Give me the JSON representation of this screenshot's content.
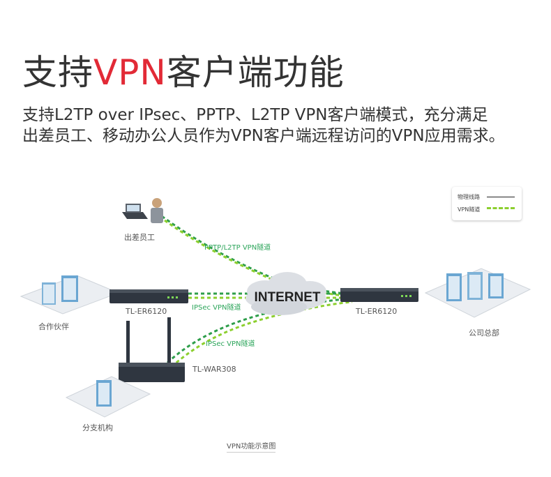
{
  "header": {
    "title_before": "支持",
    "title_accent": "VPN",
    "title_after": "客户端功能",
    "subtitle_line1": "支持L2TP over IPsec、PPTP、L2TP VPN客户端模式，充分满足",
    "subtitle_line2": "出差员工、移动办公人员作为VPN客户端远程访问的VPN应用需求。"
  },
  "diagram": {
    "nodes": {
      "traveler": "出差员工",
      "partner": "合作伙伴",
      "router_left": "TL-ER6120",
      "router_right": "TL-ER6120",
      "headquarters": "公司总部",
      "wireless_router": "TL-WAR308",
      "branch": "分支机构",
      "internet": "INTERNET"
    },
    "tunnels": {
      "traveler_tunnel": "PPTP/L2TP VPN隧道",
      "partner_tunnel": "IPSec  VPN隧道",
      "branch_tunnel": "IPSec  VPN隧道"
    },
    "legend": {
      "physical": "物理线路",
      "vpn": "VPN隧道"
    },
    "caption": "VPN功能示意图"
  },
  "colors": {
    "accent": "#e22a36",
    "tunnel_dark": "#2e9e4a",
    "tunnel_light": "#8ccf2e",
    "text": "#333333"
  }
}
